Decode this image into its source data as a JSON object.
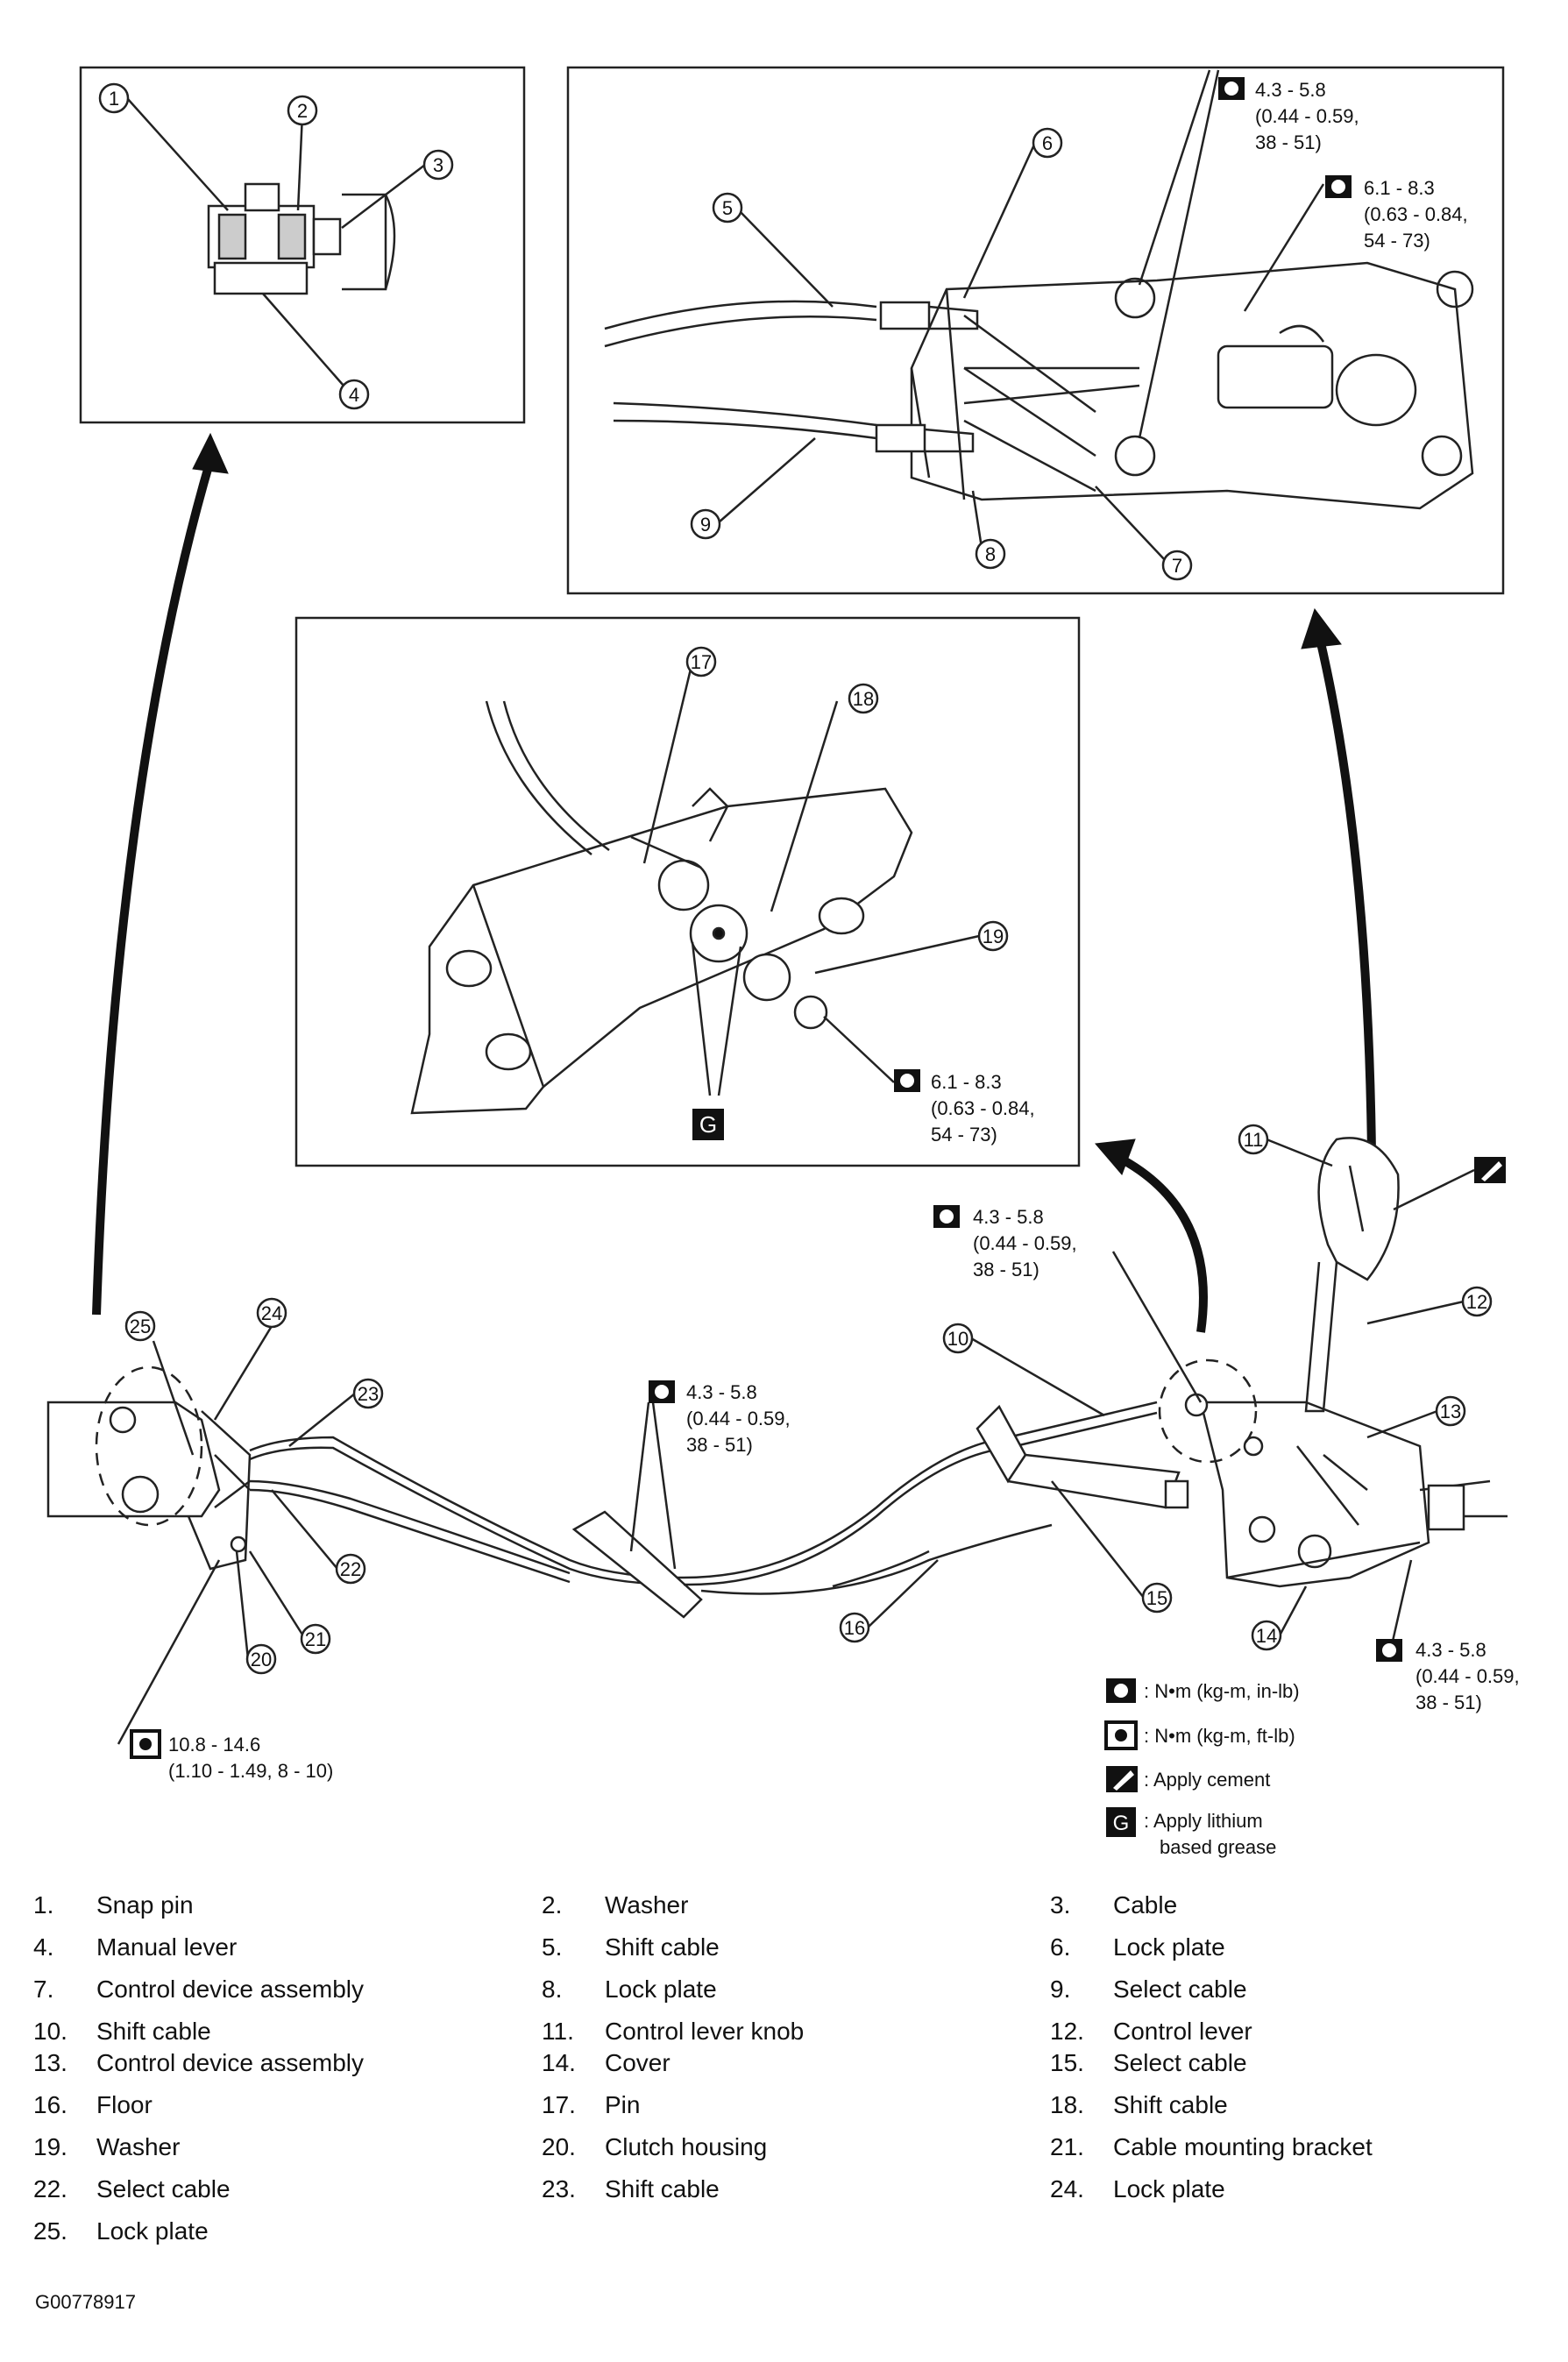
{
  "callouts": [
    "1",
    "2",
    "3",
    "4",
    "5",
    "6",
    "7",
    "8",
    "9",
    "10",
    "11",
    "12",
    "13",
    "14",
    "15",
    "16",
    "17",
    "18",
    "19",
    "20",
    "21",
    "22",
    "23",
    "24",
    "25"
  ],
  "torque": {
    "t_top_a": [
      "4.3 - 5.8",
      "(0.44 - 0.59,",
      "38 - 51)"
    ],
    "t_top_b": [
      "6.1 - 8.3",
      "(0.63 - 0.84,",
      "54 - 73)"
    ],
    "t_mid": [
      "6.1 - 8.3",
      "(0.63 - 0.84,",
      "54 - 73)"
    ],
    "t_right_upper": [
      "4.3 - 5.8",
      "(0.44 - 0.59,",
      "38 - 51)"
    ],
    "t_center": [
      "4.3 - 5.8",
      "(0.44 - 0.59,",
      "38 - 51)"
    ],
    "t_right_lower": [
      "4.3 - 5.8",
      "(0.44 - 0.59,",
      "38 - 51)"
    ],
    "t_left": [
      "10.8 - 14.6",
      "(1.10 - 1.49, 8 - 10)"
    ]
  },
  "key": {
    "nm_in_lb": ": N•m (kg-m, in-lb)",
    "nm_ft_lb": ": N•m (kg-m, ft-lb)",
    "cement": ": Apply cement",
    "grease_1": ": Apply lithium",
    "grease_2": "based grease",
    "g_symbol": "G"
  },
  "legend": [
    {
      "num": "1.",
      "label": "Snap pin"
    },
    {
      "num": "2.",
      "label": "Washer"
    },
    {
      "num": "3.",
      "label": "Cable"
    },
    {
      "num": "4.",
      "label": "Manual lever"
    },
    {
      "num": "5.",
      "label": "Shift cable"
    },
    {
      "num": "6.",
      "label": "Lock plate"
    },
    {
      "num": "7.",
      "label": "Control device assembly"
    },
    {
      "num": "8.",
      "label": "Lock plate"
    },
    {
      "num": "9.",
      "label": "Select cable"
    },
    {
      "num": "10.",
      "label": "Shift cable"
    },
    {
      "num": "11.",
      "label": "Control lever knob"
    },
    {
      "num": "12.",
      "label": "Control lever"
    },
    {
      "num": "13.",
      "label": "Control device assembly"
    },
    {
      "num": "14.",
      "label": "Cover"
    },
    {
      "num": "15.",
      "label": "Select cable"
    },
    {
      "num": "16.",
      "label": "Floor"
    },
    {
      "num": "17.",
      "label": "Pin"
    },
    {
      "num": "18.",
      "label": "Shift cable"
    },
    {
      "num": "19.",
      "label": "Washer"
    },
    {
      "num": "20.",
      "label": "Clutch housing"
    },
    {
      "num": "21.",
      "label": "Cable mounting bracket"
    },
    {
      "num": "22.",
      "label": "Select cable"
    },
    {
      "num": "23.",
      "label": "Shift cable"
    },
    {
      "num": "24.",
      "label": "Lock plate"
    },
    {
      "num": "25.",
      "label": "Lock plate"
    }
  ],
  "figure_code": "G00778917"
}
